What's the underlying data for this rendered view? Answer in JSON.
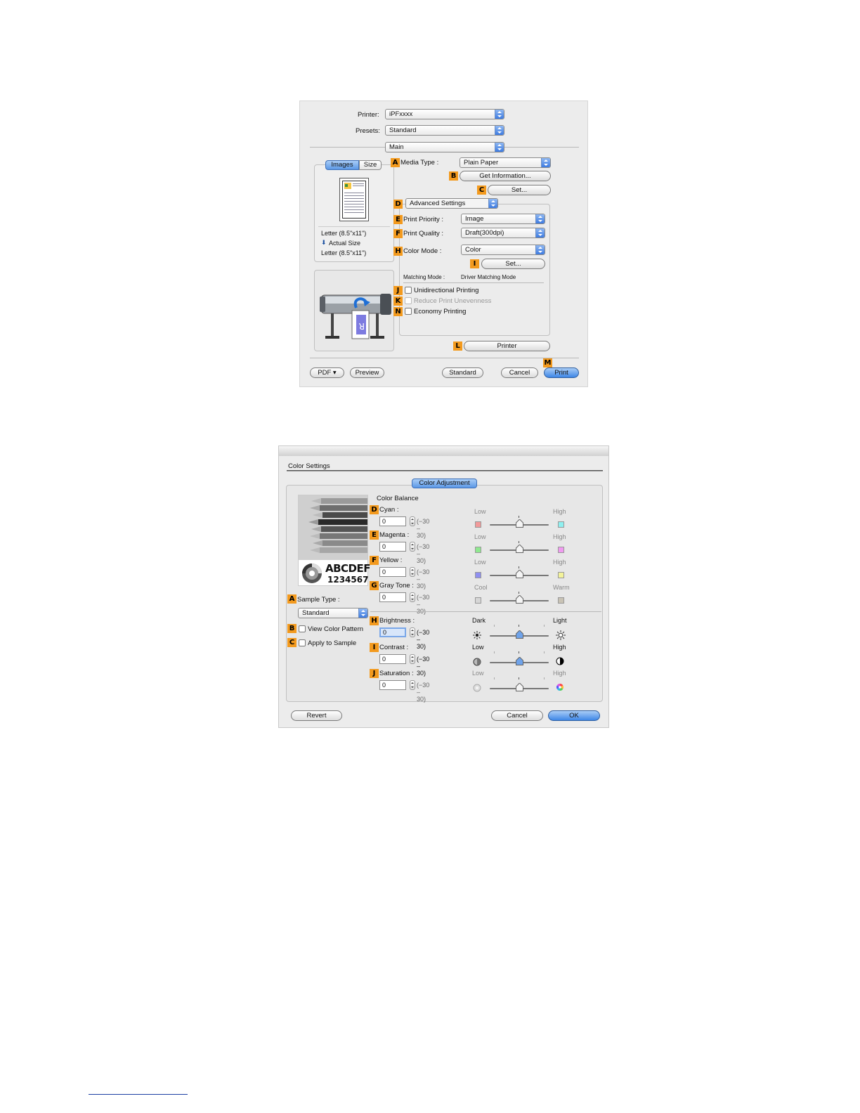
{
  "print_dialog": {
    "printer_label": "Printer:",
    "printer_value": "iPFxxxx",
    "presets_label": "Presets:",
    "presets_value": "Standard",
    "panel_value": "Main",
    "tab_images": "Images",
    "tab_size": "Size",
    "paper_line1": "Letter (8.5\"x11\")",
    "paper_line2": "Actual Size",
    "paper_line3": "Letter (8.5\"x11\")",
    "media_type_label": "Media Type :",
    "media_type_value": "Plain Paper",
    "get_info_button": "Get Information...",
    "set_button": "Set...",
    "advanced_settings_value": "Advanced Settings",
    "print_priority_label": "Print Priority :",
    "print_priority_value": "Image",
    "print_quality_label": "Print Quality :",
    "print_quality_value": "Draft(300dpi)",
    "color_mode_label": "Color Mode :",
    "color_mode_value": "Color",
    "color_set_button": "Set...",
    "matching_mode_label": "Matching Mode :",
    "matching_mode_value": "Driver Matching Mode",
    "unidirectional_label": "Unidirectional Printing",
    "reduce_unevenness_label": "Reduce Print Unevenness",
    "economy_label": "Economy Printing",
    "printer_button": "Printer",
    "pdf_button": "PDF ▾",
    "preview_button": "Preview",
    "standard_button": "Standard",
    "cancel_button": "Cancel",
    "print_button": "Print",
    "badges": {
      "A": "A",
      "B": "B",
      "C": "C",
      "D": "D",
      "E": "E",
      "F": "F",
      "H": "H",
      "I": "I",
      "J": "J",
      "K": "K",
      "L": "L",
      "M": "M",
      "N": "N"
    }
  },
  "color_settings": {
    "title": "Color Settings",
    "tab_label": "Color Adjustment",
    "sample_text_line1": "ABCDEF",
    "sample_text_line2": "1234567",
    "sample_type_label": "Sample Type :",
    "sample_type_value": "Standard",
    "view_color_pattern_label": "View Color Pattern",
    "apply_to_sample_label": "Apply to Sample",
    "color_balance_label": "Color Balance",
    "range_text": "(−30 – 30)",
    "sliders": [
      {
        "badge": "D",
        "label": "Cyan :",
        "value": "0",
        "low": "Low",
        "high": "High",
        "level": 0,
        "low_color": "#f29a9a",
        "high_color": "#8ff0f0"
      },
      {
        "badge": "E",
        "label": "Magenta :",
        "value": "0",
        "low": "Low",
        "high": "High",
        "level": 0,
        "low_color": "#8fe88f",
        "high_color": "#f09af0"
      },
      {
        "badge": "F",
        "label": "Yellow :",
        "value": "0",
        "low": "Low",
        "high": "High",
        "level": 0,
        "low_color": "#8f8ff0",
        "high_color": "#f3f39a"
      },
      {
        "badge": "G",
        "label": "Gray Tone :",
        "value": "0",
        "low": "Cool",
        "high": "Warm",
        "level": 0,
        "low_color": "#d6d6d6",
        "high_color": "#c9c3b5"
      }
    ],
    "adjustments": [
      {
        "badge": "H",
        "label": "Brightness :",
        "value": "0",
        "low": "Dark",
        "high": "Light",
        "level": 0,
        "low_icon": "sun-dark-icon",
        "high_icon": "sun-light-icon"
      },
      {
        "badge": "I",
        "label": "Contrast :",
        "value": "0",
        "low": "Low",
        "high": "High",
        "level": 0,
        "low_icon": "contrast-low-icon",
        "high_icon": "contrast-high-icon"
      },
      {
        "badge": "J",
        "label": "Saturation :",
        "value": "0",
        "low": "Low",
        "high": "High",
        "level": 0,
        "low_icon": "saturation-low-icon",
        "high_icon": "saturation-high-icon"
      }
    ],
    "badges": {
      "A": "A",
      "B": "B",
      "C": "C"
    },
    "revert_button": "Revert",
    "cancel_button": "Cancel",
    "ok_button": "OK"
  }
}
